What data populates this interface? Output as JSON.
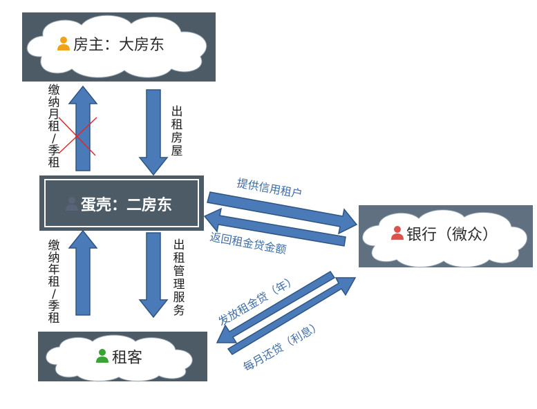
{
  "nodes": {
    "landlord": {
      "label": "房主：大房东",
      "icon_color": "#f0a319"
    },
    "danke": {
      "label": "蛋壳：二房东",
      "icon_color": "#5a6378"
    },
    "bank": {
      "label": "银行（微众）",
      "icon_color": "#d9534f"
    },
    "tenant": {
      "label": "租客",
      "icon_color": "#3aa335"
    }
  },
  "edges": {
    "landlord_rent_label": [
      "缴",
      "纳",
      "月",
      "租",
      "/",
      "季",
      "租"
    ],
    "landlord_rent_crossed": true,
    "rent_house_label": [
      "出",
      "租",
      "房",
      "屋"
    ],
    "tenant_rent_label": [
      "缴",
      "纳",
      "年",
      "租",
      "/",
      "季",
      "租"
    ],
    "management_label": [
      "出",
      "租",
      "管",
      "理",
      "服",
      "务"
    ],
    "credit_tenants": "提供信用租户",
    "return_loan": "返回租金贷金额",
    "issue_loan": "发放租金贷（年）",
    "monthly_repay": "每月还贷（利息）"
  },
  "colors": {
    "cloud_bg": "#4d5b66",
    "cloud_fill": "#ffffff",
    "danke_bg": "#4d5b66",
    "bank_bg": "#607080",
    "arrow_fill": "#4a7ab8",
    "arrow_stroke": "#2e5480",
    "cross": "#e0282a"
  }
}
